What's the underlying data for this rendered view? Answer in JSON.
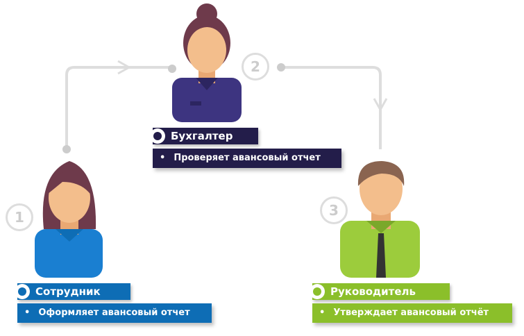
{
  "colors": {
    "accountant": "#231d4a",
    "employee": "#0e6db5",
    "manager": "#8bbf2a",
    "connector": "#dddddd"
  },
  "steps": [
    {
      "number": "1",
      "role": "Сотрудник",
      "action": "Оформляет авансовый отчет"
    },
    {
      "number": "2",
      "role": "Бухгалтер",
      "action": "Проверяет авансовый отчет"
    },
    {
      "number": "3",
      "role": "Руководитель",
      "action": "Утверждает авансовый отчёт"
    }
  ],
  "bullet": "•"
}
